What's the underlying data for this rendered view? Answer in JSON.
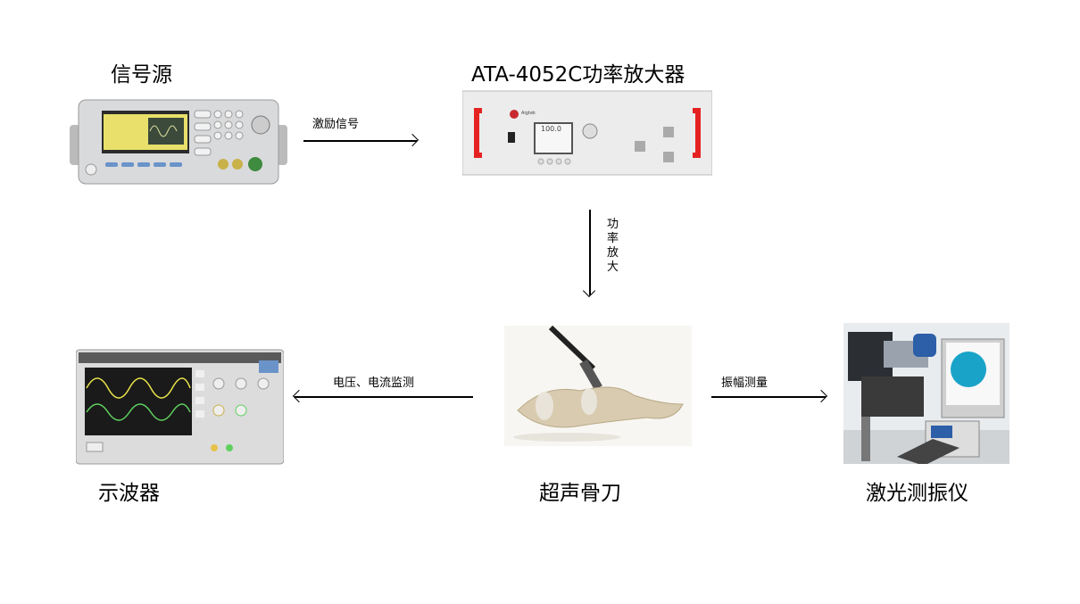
{
  "nodes": {
    "signal_source": "信号源",
    "amplifier": "ATA-4052C功率放大器",
    "oscilloscope": "示波器",
    "scalpel": "超声骨刀",
    "vibrometer": "激光测振仪"
  },
  "edges": {
    "excitation": "激励信号",
    "power_amp": "功率放大",
    "monitor": "电压、电流监测",
    "amplitude": "振幅测量"
  },
  "amp_panel": {
    "brand": "Aigtek",
    "display": "100.0"
  }
}
